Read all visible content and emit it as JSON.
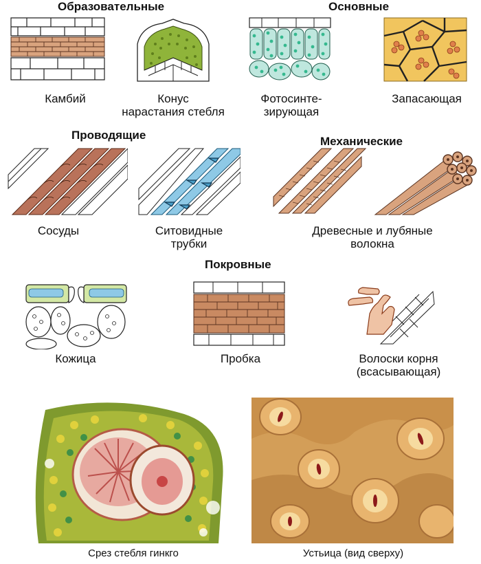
{
  "categories": {
    "educational": "Образовательные",
    "basic": "Основные",
    "conducting": "Проводящие",
    "mechanical": "Механические",
    "integumentary": "Покровные"
  },
  "tissues": {
    "cambium": {
      "line1": "Камбий"
    },
    "stem_cone": {
      "line1": "Конус",
      "line2": "нарастания стебля"
    },
    "photosynthetic": {
      "line1": "Фотосинте-",
      "line2": "зирующая"
    },
    "storage": {
      "line1": "Запасающая"
    },
    "vessels": {
      "line1": "Сосуды"
    },
    "sieve_tubes": {
      "line1": "Ситовидные",
      "line2": "трубки"
    },
    "fibers": {
      "line1": "Древесные и лубяные",
      "line2": "волокна"
    },
    "epidermis": {
      "line1": "Кожица"
    },
    "cork": {
      "line1": "Пробка"
    },
    "root_hairs": {
      "line1": "Волоски корня",
      "line2": "(всасывающая)"
    }
  },
  "photos": {
    "ginkgo": {
      "caption": "Срез стебля гинкго"
    },
    "stomata": {
      "caption": "Устьица (вид сверху)"
    }
  },
  "colors": {
    "cambium": "#d9a37e",
    "cone": "#8fb43a",
    "photo_cell": "#bfe7de",
    "chloroplast": "#35b98f",
    "storage": "#f1c55e",
    "vessel": "#b9725a",
    "sieve": "#8ec9e6",
    "fiber": "#d9a37e",
    "cuticle": "#d3e8a5",
    "cork": "#c98a62"
  }
}
